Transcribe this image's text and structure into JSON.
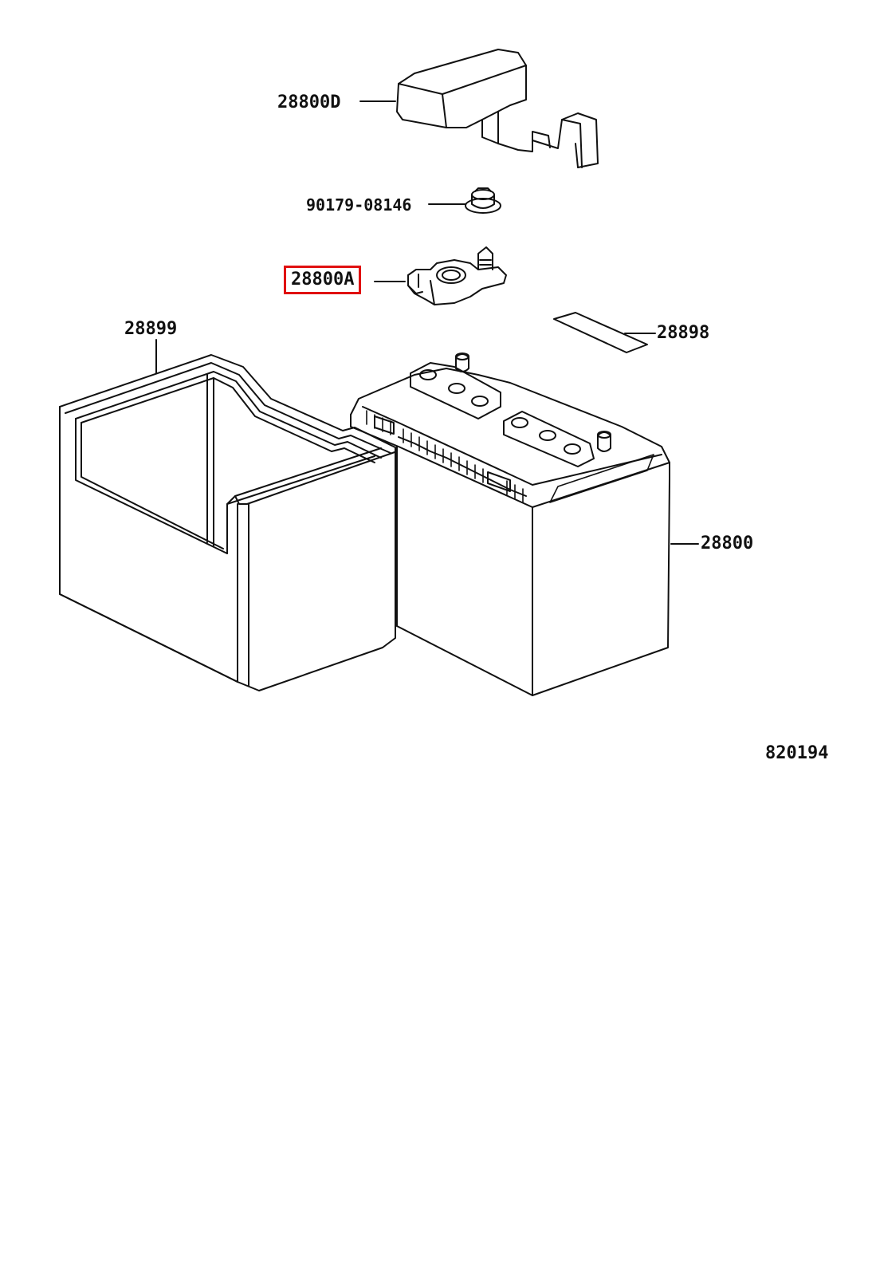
{
  "diagram": {
    "drawing_number": "820194",
    "highlight_color": "#e01010",
    "line_color": "#111111",
    "parts": [
      {
        "id": "cover",
        "number": "28800D",
        "highlighted": false
      },
      {
        "id": "nut",
        "number": "90179-08146",
        "highlighted": false
      },
      {
        "id": "terminal",
        "number": "28800A",
        "highlighted": true
      },
      {
        "id": "tray",
        "number": "28899",
        "highlighted": false
      },
      {
        "id": "label",
        "number": "28898",
        "highlighted": false
      },
      {
        "id": "battery",
        "number": "28800",
        "highlighted": false
      }
    ]
  }
}
